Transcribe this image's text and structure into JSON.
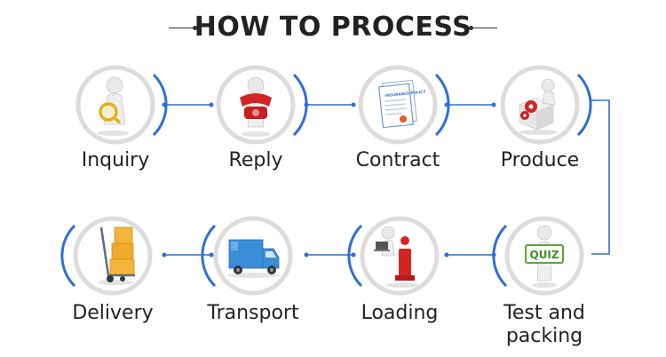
{
  "title": "HOW TO PROCESS",
  "accent_color": "#2f6fd6",
  "steps": [
    {
      "label": "Inquiry",
      "icon": "magnifier-figure-icon"
    },
    {
      "label": "Reply",
      "icon": "telephone-figure-icon"
    },
    {
      "label": "Contract",
      "icon": "policy-document-icon"
    },
    {
      "label": "Produce",
      "icon": "gear-box-figure-icon"
    },
    {
      "label": "Test and packing",
      "icon": "quiz-sign-figure-icon"
    },
    {
      "label": "Loading",
      "icon": "laptop-figure-icon"
    },
    {
      "label": "Transport",
      "icon": "truck-icon"
    },
    {
      "label": "Delivery",
      "icon": "hand-truck-boxes-icon"
    }
  ],
  "policy_text": "INSURANCE POLICY",
  "quiz_text": "QUIZ"
}
